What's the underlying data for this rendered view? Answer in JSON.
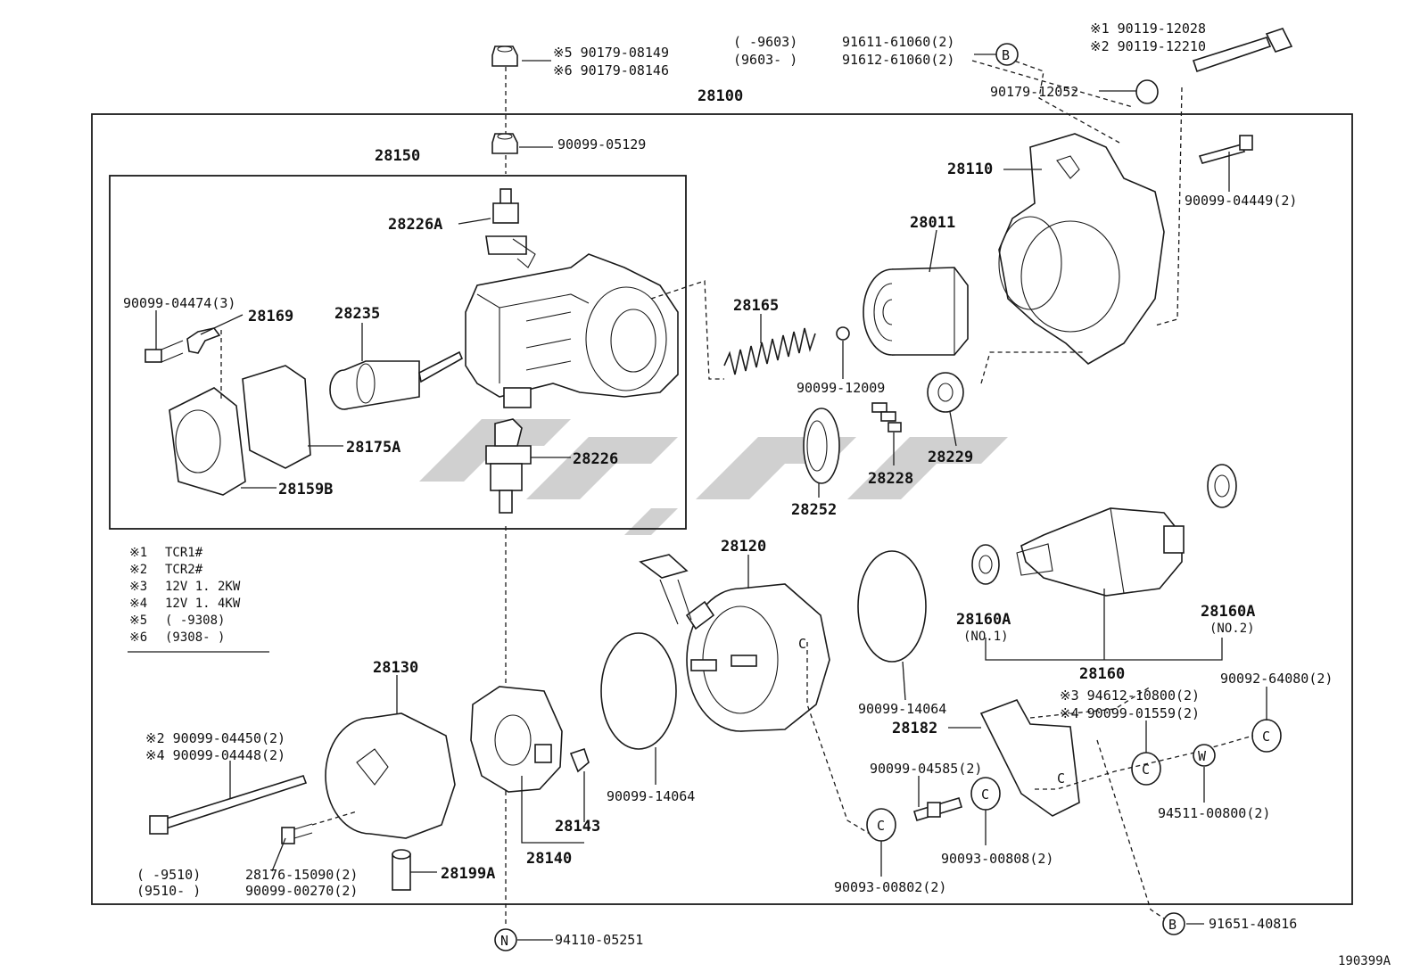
{
  "diagram_id": "190399A",
  "assembly": {
    "main": "28100",
    "sub": "28150"
  },
  "notes": [
    {
      "mark": "※1",
      "text": "TCR1#"
    },
    {
      "mark": "※2",
      "text": "TCR2#"
    },
    {
      "mark": "※3",
      "text": "12V  1. 2KW"
    },
    {
      "mark": "※4",
      "text": "12V  1. 4KW"
    },
    {
      "mark": "※5",
      "text": "(      -9308)"
    },
    {
      "mark": "※6",
      "text": "(9308-      )"
    }
  ],
  "labels": {
    "p_90179_08149": "※5 90179-08149",
    "p_90179_08146": "※6 90179-08146",
    "p_90099_05129": "90099-05129",
    "p_9603a": "(      -9603)",
    "p_9603b": "(9603-      )",
    "p_91611_61060": "91611-61060(2)",
    "p_91612_61060": "91612-61060(2)",
    "p_90119_12028": "※1  90119-12028",
    "p_90119_12210": "※2  90119-12210",
    "p_90179_12052": "90179-12052",
    "p_28110": "28110",
    "p_90099_04449": "90099-04449(2)",
    "p_28226A": "28226A",
    "p_90099_04474": "90099-04474(3)",
    "p_28169": "28169",
    "p_28235": "28235",
    "p_28175A": "28175A",
    "p_28159B": "28159B",
    "p_28226": "28226",
    "p_28165": "28165",
    "p_28011": "28011",
    "p_90099_12009": "90099-12009",
    "p_28229": "28229",
    "p_28228": "28228",
    "p_28252": "28252",
    "p_28120": "28120",
    "p_90099_14064a": "90099-14064",
    "p_90099_14064b": "90099-14064",
    "p_28160A_1": "28160A",
    "p_no1": "(NO.1)",
    "p_28160A_2": "28160A",
    "p_no2": "(NO.2)",
    "p_28160": "28160",
    "p_90092_64080": "90092-64080(2)",
    "p_94612_10800": "※3  94612-10800(2)",
    "p_90099_01559": "※4  90099-01559(2)",
    "p_28182": "28182",
    "p_90099_04585": "90099-04585(2)",
    "p_90093_00808": "90093-00808(2)",
    "p_94511_00800": "94511-00800(2)",
    "p_90093_00802": "90093-00802(2)",
    "p_91651_40816": "91651-40816",
    "p_28130": "28130",
    "p_90099_04450": "※2  90099-04450(2)",
    "p_90099_04448": "※4  90099-04448(2)",
    "p_9510a": "(      -9510)",
    "p_9510b": "(9510-      )",
    "p_28176_15090": "28176-15090(2)",
    "p_90099_00270": "90099-00270(2)",
    "p_28199A": "28199A",
    "p_28143": "28143",
    "p_28140": "28140",
    "p_94110_05251": "94110-05251"
  },
  "markers": {
    "B": "B",
    "N": "N",
    "W": "W",
    "C": "C"
  }
}
